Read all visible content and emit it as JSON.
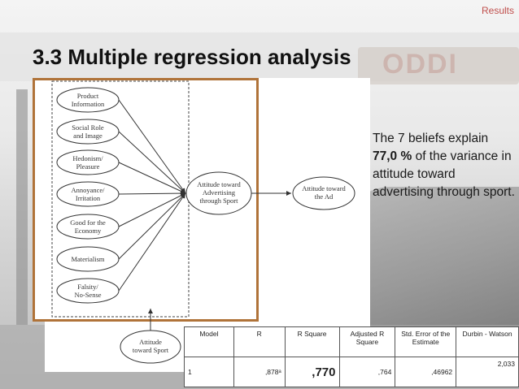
{
  "slide": {
    "section_label": "Results",
    "title": "3.3 Multiple regression analysis",
    "description": {
      "part1": "The 7 beliefs explain ",
      "highlight": "77,0 %",
      "part2": " of the variance in attitude toward advertising through sport."
    }
  },
  "diagram": {
    "beliefs": [
      [
        "Product",
        "Information"
      ],
      [
        "Social Role",
        "and Image"
      ],
      [
        "Hedonism/",
        "Pleasure"
      ],
      [
        "Annoyance/",
        "Irritation"
      ],
      [
        "Good for the",
        "Economy"
      ],
      [
        "Materialism"
      ],
      [
        "Falsity/",
        "No-Sense"
      ]
    ],
    "attitude_advertising": [
      "Attitude toward",
      "Advertising",
      "through Sport"
    ],
    "attitude_ad": [
      "Attitude toward",
      "the Ad"
    ],
    "attitude_sport": [
      "Attitude",
      "toward Sport"
    ]
  },
  "model_summary": {
    "headers": [
      "Model",
      "R",
      "R Square",
      "Adjusted R Square",
      "Std. Error of the Estimate",
      "Durbin - Watson"
    ],
    "row": {
      "model": "1",
      "r": ",878ᵃ",
      "r_square": ",770",
      "adjusted_r_square": ",764",
      "std_error": ",46962",
      "durbin_watson": "2,033"
    }
  },
  "colors": {
    "accent": "#b07339",
    "section_label": "#c0504d"
  }
}
